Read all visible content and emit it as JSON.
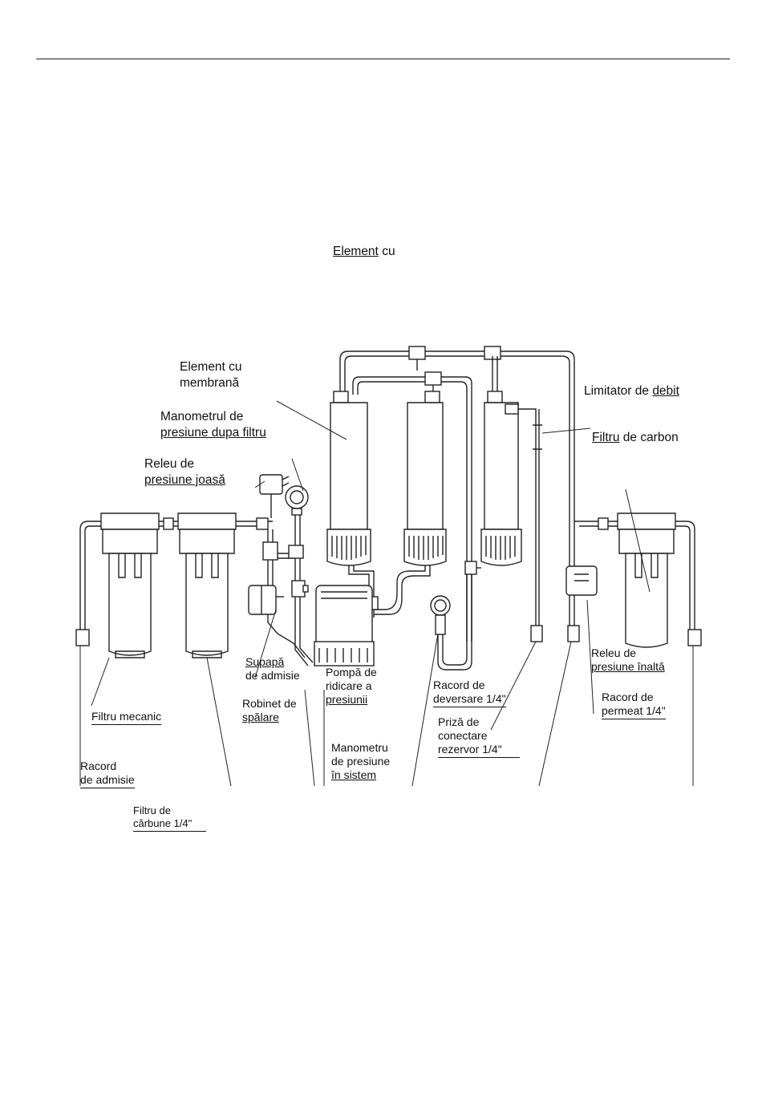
{
  "header": {
    "caption_word_1": "Element",
    "caption_word_2": "cu"
  },
  "labels": {
    "element_membrana": [
      "Element cu",
      "membrană"
    ],
    "manometru_dupa_filtru": [
      "Manometrul de",
      "presiune dupa filtru"
    ],
    "releu_joasa": [
      "Releu de",
      "presiune joasă"
    ],
    "limitator": [
      "Limitator",
      "de",
      "debit"
    ],
    "filtru_carbon": [
      "Filtru",
      "de carbon"
    ],
    "supapa": [
      "Supapă",
      "de admisie"
    ],
    "robinet": [
      "Robinet de",
      "spălare"
    ],
    "pompa": [
      "Pompă de",
      "ridicare a",
      "presiunii"
    ],
    "filtru_mecanic": "Filtru mecanic",
    "racord_admisie": [
      "Racord",
      "de admisie"
    ],
    "filtru_carbune": [
      "Filtru de",
      "cărbune 1/4\""
    ],
    "manometru_sistem": [
      "Manometru",
      "de presiune",
      "în sistem"
    ],
    "racord_deversare": [
      "Racord de",
      "deversare 1/4\""
    ],
    "priza": [
      "Priză de",
      "conectare",
      "rezervor 1/4\""
    ],
    "releu_inalta": [
      "Releu de",
      "presiune înaltă"
    ],
    "racord_permeat": [
      "Racord de",
      "permeat 1/4\""
    ]
  }
}
